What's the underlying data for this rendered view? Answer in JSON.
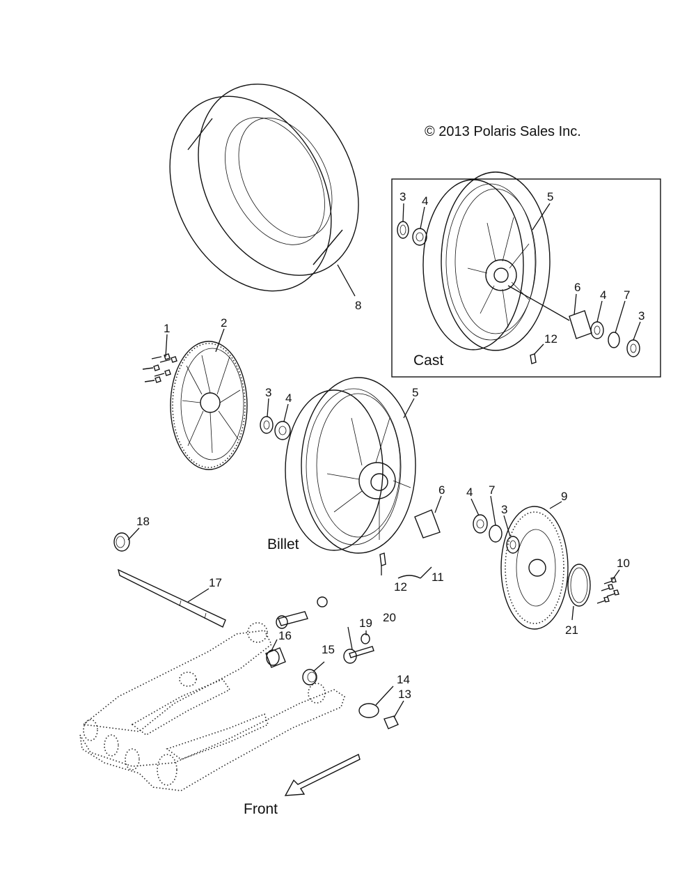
{
  "copyright": "© 2013 Polaris Sales Inc.",
  "labels": {
    "cast": "Cast",
    "billet": "Billet",
    "front": "Front"
  },
  "callouts": [
    {
      "id": "c1",
      "text": "1"
    },
    {
      "id": "c2",
      "text": "2"
    },
    {
      "id": "c3a",
      "text": "3"
    },
    {
      "id": "c4a",
      "text": "4"
    },
    {
      "id": "c5a",
      "text": "5"
    },
    {
      "id": "c6a",
      "text": "6"
    },
    {
      "id": "c4b",
      "text": "4"
    },
    {
      "id": "c7a",
      "text": "7"
    },
    {
      "id": "c3b",
      "text": "3"
    },
    {
      "id": "c12a",
      "text": "12"
    },
    {
      "id": "c8",
      "text": "8"
    },
    {
      "id": "c3c",
      "text": "3"
    },
    {
      "id": "c4c",
      "text": "4"
    },
    {
      "id": "c5b",
      "text": "5"
    },
    {
      "id": "c6b",
      "text": "6"
    },
    {
      "id": "c4d",
      "text": "4"
    },
    {
      "id": "c7b",
      "text": "7"
    },
    {
      "id": "c3d",
      "text": "3"
    },
    {
      "id": "c9",
      "text": "9"
    },
    {
      "id": "c18",
      "text": "18"
    },
    {
      "id": "c17",
      "text": "17"
    },
    {
      "id": "c12b",
      "text": "12"
    },
    {
      "id": "c11",
      "text": "11"
    },
    {
      "id": "c10",
      "text": "10"
    },
    {
      "id": "c21",
      "text": "21"
    },
    {
      "id": "c19",
      "text": "19"
    },
    {
      "id": "c20",
      "text": "20"
    },
    {
      "id": "c16",
      "text": "16"
    },
    {
      "id": "c15",
      "text": "15"
    },
    {
      "id": "c14",
      "text": "14"
    },
    {
      "id": "c13",
      "text": "13"
    }
  ]
}
